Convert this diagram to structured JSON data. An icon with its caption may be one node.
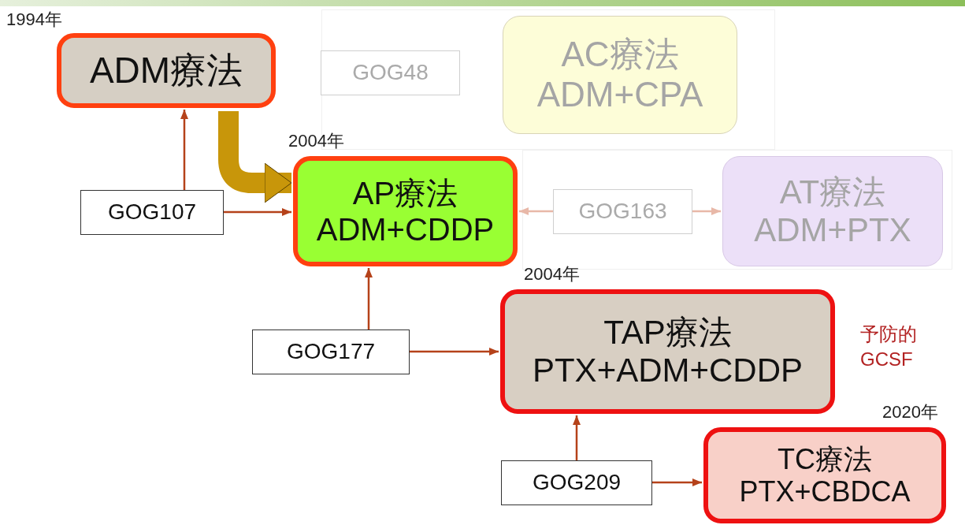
{
  "diagram": {
    "nodes": [
      {
        "text": [
          "ADM療法"
        ],
        "beside": [
          "1994年"
        ]
      },
      {
        "text": [
          "GOG48"
        ]
      },
      {
        "text": [
          "AC療法",
          "ADM+CPA"
        ]
      },
      {
        "text": [
          "GOG107"
        ]
      },
      {
        "text": [
          "AP療法",
          "ADM+CDDP"
        ],
        "beside": [
          "2004年"
        ]
      },
      {
        "text": [
          "GOG163"
        ]
      },
      {
        "text": [
          "AT療法",
          "ADM+PTX"
        ]
      },
      {
        "text": [
          "GOG177"
        ]
      },
      {
        "text": [
          "TAP療法",
          "PTX+ADM+CDDP"
        ],
        "beside": [
          "2004年",
          "予防的 GCSF"
        ]
      },
      {
        "text": [
          "GOG209"
        ]
      },
      {
        "text": [
          "TC療法",
          "PTX+CBDCA"
        ],
        "beside": [
          "2020年"
        ]
      }
    ],
    "edges": [
      {
        "from": 3,
        "to": 0,
        "arrow": "to"
      },
      {
        "from": 3,
        "to": 4,
        "arrow": "to"
      },
      {
        "from": 0,
        "to": 4,
        "arrow": "to",
        "style": "thick",
        "color": "#c8960a"
      },
      {
        "from": 5,
        "to": 4,
        "arrow": "to",
        "color": "#e8b8a8"
      },
      {
        "from": 5,
        "to": 6,
        "arrow": "to",
        "color": "#e8b8a8"
      },
      {
        "from": 7,
        "to": 4,
        "arrow": "to"
      },
      {
        "from": 7,
        "to": 8,
        "arrow": "to"
      },
      {
        "from": 9,
        "to": 8,
        "arrow": "to"
      },
      {
        "from": 9,
        "to": 10,
        "arrow": "to"
      }
    ]
  }
}
